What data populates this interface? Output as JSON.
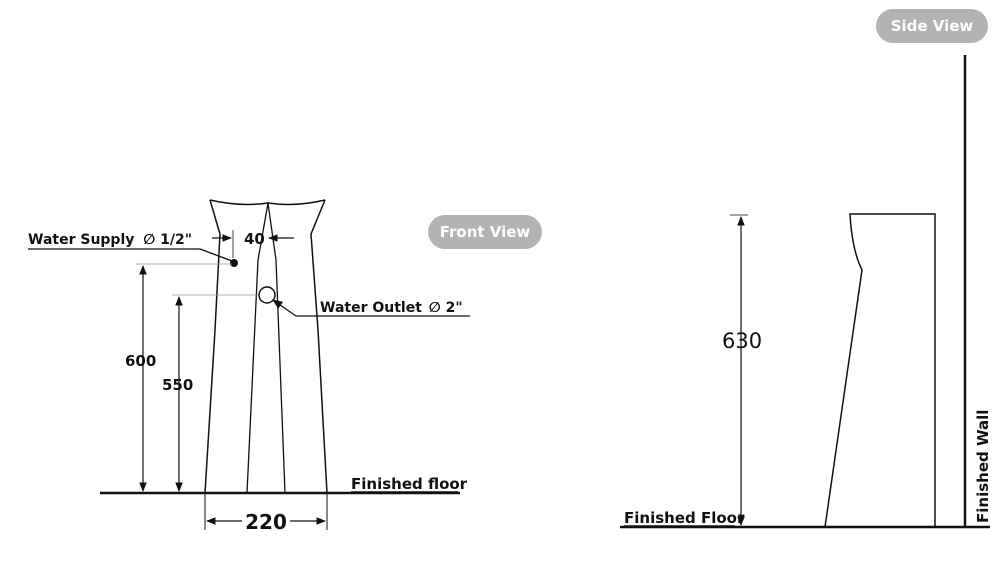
{
  "front_view": {
    "badge": "Front View",
    "water_supply_label": "Water Supply",
    "water_supply_size": "∅ 1/2\"",
    "water_outlet_label": "Water Outlet",
    "water_outlet_size": "∅ 2\"",
    "dim_supply_offset": "40",
    "dim_supply_height": "600",
    "dim_outlet_height": "550",
    "dim_width": "220",
    "floor_label": "Finished floor"
  },
  "side_view": {
    "badge": "Side View",
    "dim_height": "630",
    "floor_label": "Finished Floor",
    "wall_label": "Finished Wall"
  },
  "colors": {
    "line": "#111111",
    "badge_bg": "#b3b3b3",
    "badge_text": "#ffffff"
  }
}
